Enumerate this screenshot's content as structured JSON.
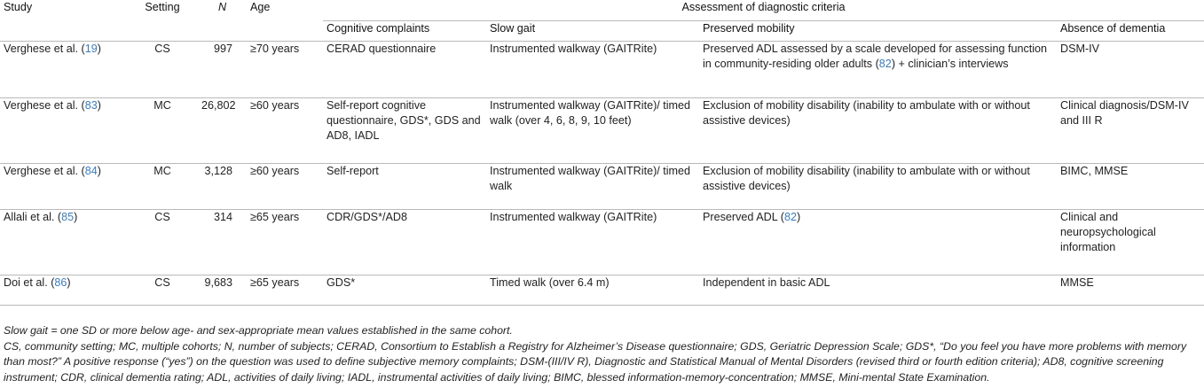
{
  "headers": {
    "study": "Study",
    "setting": "Setting",
    "n": "N",
    "age": "Age",
    "assessment": "Assessment of diagnostic criteria",
    "cognitive": "Cognitive complaints",
    "slow_gait": "Slow gait",
    "mobility": "Preserved mobility",
    "dementia": "Absence of dementia"
  },
  "rows": [
    {
      "study": "Verghese et al. (",
      "ref": "19",
      "study_end": ")",
      "setting": "CS",
      "n": "997",
      "age": "≥70 years",
      "cognitive": "CERAD questionnaire",
      "slow_gait": "Instrumented walkway (GAITRite)",
      "mobility_pre": "Preserved ADL assessed by a scale developed for assessing function in community-residing older adults (",
      "mobility_ref": "82",
      "mobility_post": ") + clinician’s interviews",
      "dementia": "DSM-IV"
    },
    {
      "study": "Verghese et al. (",
      "ref": "83",
      "study_end": ")",
      "setting": "MC",
      "n": "26,802",
      "age": "≥60 years",
      "cognitive": "Self-report cognitive questionnaire, GDS*, GDS and AD8, IADL",
      "slow_gait": "Instrumented walkway (GAITRite)/ timed walk (over 4, 6, 8, 9, 10 feet)",
      "mobility_pre": "Exclusion of mobility disability (inability to ambulate with or without assistive devices)",
      "mobility_ref": "",
      "mobility_post": "",
      "dementia": "Clinical diagnosis/DSM-IV and III R"
    },
    {
      "study": "Verghese et al. (",
      "ref": "84",
      "study_end": ")",
      "setting": "MC",
      "n": "3,128",
      "age": "≥60 years",
      "cognitive": "Self-report",
      "slow_gait": "Instrumented walkway (GAITRite)/ timed walk",
      "mobility_pre": "Exclusion of mobility disability (inability to ambulate with or without assistive devices)",
      "mobility_ref": "",
      "mobility_post": "",
      "dementia": "BIMC, MMSE"
    },
    {
      "study": "Allali et al. (",
      "ref": "85",
      "study_end": ")",
      "setting": "CS",
      "n": "314",
      "age": "≥65 years",
      "cognitive": "CDR/GDS*/AD8",
      "slow_gait": "Instrumented walkway (GAITRite)",
      "mobility_pre": "Preserved ADL (",
      "mobility_ref": "82",
      "mobility_post": ")",
      "dementia": "Clinical and neuropsychological information"
    },
    {
      "study": "Doi et al. (",
      "ref": "86",
      "study_end": ")",
      "setting": "CS",
      "n": "9,683",
      "age": "≥65 years",
      "cognitive": "GDS*",
      "slow_gait": "Timed walk (over 6.4 m)",
      "mobility_pre": "Independent in basic ADL",
      "mobility_ref": "",
      "mobility_post": "",
      "dementia": "MMSE"
    }
  ],
  "notes": {
    "line1": "Slow gait = one SD or more below age- and sex-appropriate mean values established in the same cohort.",
    "line2": "CS, community setting; MC, multiple cohorts; N, number of subjects; CERAD, Consortium to Establish a Registry for Alzheimer’s Disease questionnaire; GDS, Geriatric Depression Scale; GDS*, “Do you feel you have more problems with memory than most?” A positive response (“yes”) on the question was used to define subjective memory complaints; DSM-(III/IV R), Diagnostic and Statistical Manual of Mental Disorders (revised third or fourth edition criteria); AD8, cognitive screening instrument; CDR, clinical dementia rating; ADL, activities of daily living; IADL, instrumental activities of daily living; BIMC, blessed information-memory-concentration; MMSE, Mini-mental State Examination."
  },
  "colors": {
    "text": "#222222",
    "reference_link": "#3c7cb8",
    "rule": "#b9b9b9"
  }
}
